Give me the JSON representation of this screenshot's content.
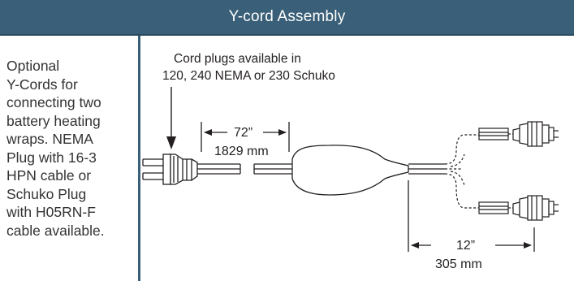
{
  "header": {
    "title": "Y-cord Assembly"
  },
  "description": {
    "lines": [
      "Optional",
      "Y-Cords for",
      "connecting two",
      "battery heating",
      "wraps. NEMA",
      "Plug with 16-3",
      "HPN cable or",
      "Schuko Plug",
      "with H05RN-F",
      "cable available."
    ]
  },
  "diagram": {
    "callout_lines": [
      "Cord plugs available in",
      "120, 240 NEMA or 230 Schuko"
    ],
    "length_main": {
      "imperial": "72”",
      "metric": "1829 mm"
    },
    "length_branch": {
      "imperial": "12”",
      "metric": "305 mm"
    }
  }
}
